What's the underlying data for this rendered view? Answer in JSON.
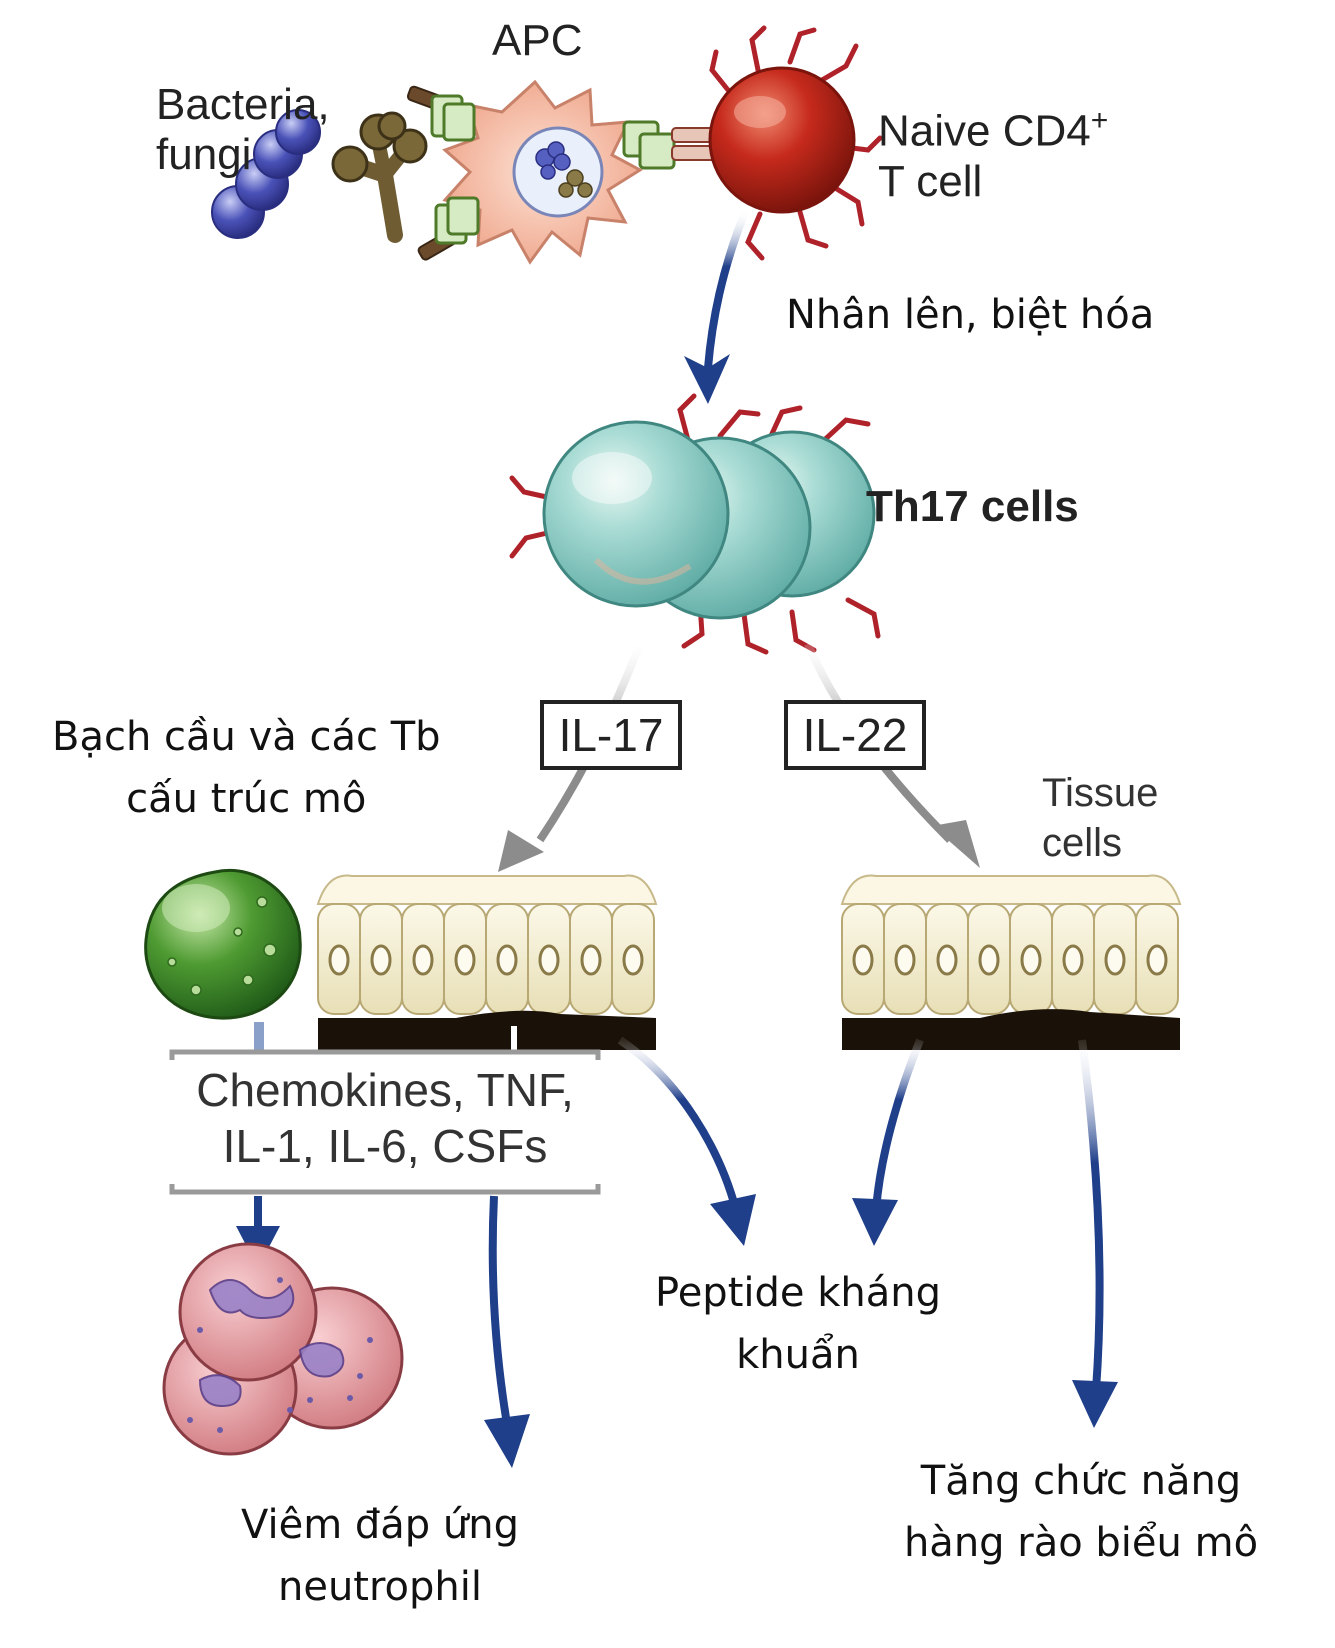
{
  "labels": {
    "apc": "APC",
    "bacteria_line1": "Bacteria,",
    "bacteria_line2": "fungi",
    "naive_line1": "Naive CD4",
    "naive_sup": "+",
    "naive_line2": "T cell",
    "proliferate": "Nhân lên, biệt hóa",
    "th17": "Th17 cells",
    "il17": "IL-17",
    "il22": "IL-22",
    "leukocyte_line1": "Bạch cầu và các Tb",
    "leukocyte_line2": "cấu trúc mô",
    "tissue_line1": "Tissue",
    "tissue_line2": "cells",
    "mediators_line1": "Chemokines, TNF,",
    "mediators_line2": "IL-1, IL-6, CSFs",
    "peptide_line1": "Peptide kháng",
    "peptide_line2": "khuẩn",
    "inflammation_line1": "Viêm đáp ứng",
    "inflammation_line2": "neutrophil",
    "barrier_line1": "Tăng chức năng",
    "barrier_line2": "hàng rào biểu mô"
  },
  "colors": {
    "arrow_blue": "#1f3f8a",
    "arrow_gray": "#8c8c8c",
    "th17_cell": "#8fcfc8",
    "naive_cell": "#c62a1c",
    "apc_cell": "#f2b8a0",
    "bacteria": "#4a52b8",
    "fungi": "#6f5c32",
    "epithelium": "#f1ebcc",
    "basement": "#1a1208",
    "leukocyte": "#4f9b32",
    "neutrophil": "#d98b8b"
  }
}
